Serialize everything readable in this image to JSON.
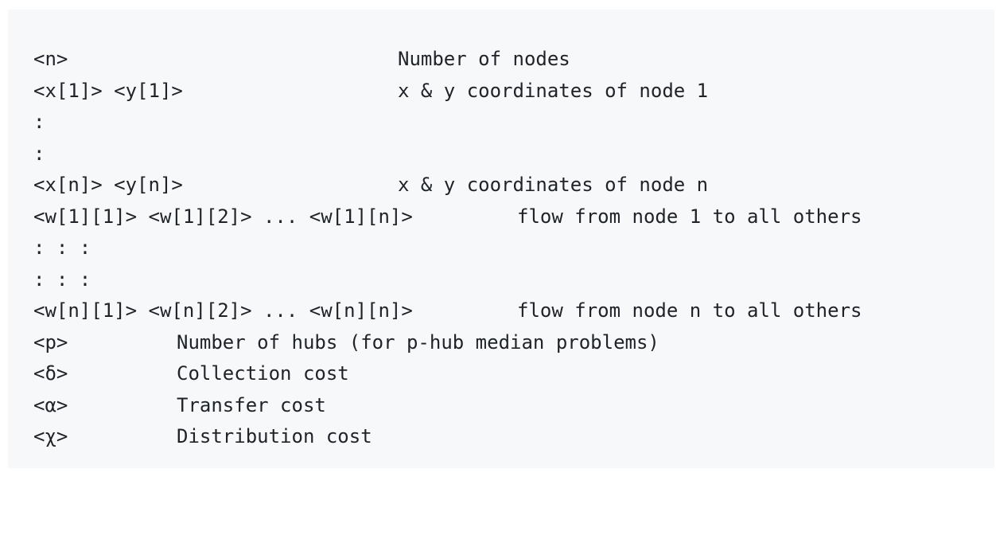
{
  "format_block": {
    "lines": [
      {
        "field": "<n>",
        "description": "Number of nodes"
      },
      {
        "field": "<x[1]> <y[1]>",
        "description": "x & y coordinates of node 1"
      },
      {
        "field": ":",
        "description": ""
      },
      {
        "field": ":",
        "description": ""
      },
      {
        "field": "<x[n]> <y[n]>",
        "description": "x & y coordinates of node n"
      },
      {
        "field": "<w[1][1]> <w[1][2]> ... <w[1][n]>",
        "description": "flow from node 1 to all others"
      },
      {
        "field": ": : :",
        "description": ""
      },
      {
        "field": ": : :",
        "description": ""
      },
      {
        "field": "<w[n][1]> <w[n][2]> ... <w[n][n]>",
        "description": "flow from node n to all others"
      },
      {
        "field": "<p>",
        "description": "Number of hubs (for p-hub median problems)"
      },
      {
        "field": "<δ>",
        "description": "Collection cost"
      },
      {
        "field": "<α>",
        "description": "Transfer cost"
      },
      {
        "field": "<χ>",
        "description": "Distribution cost"
      }
    ]
  }
}
